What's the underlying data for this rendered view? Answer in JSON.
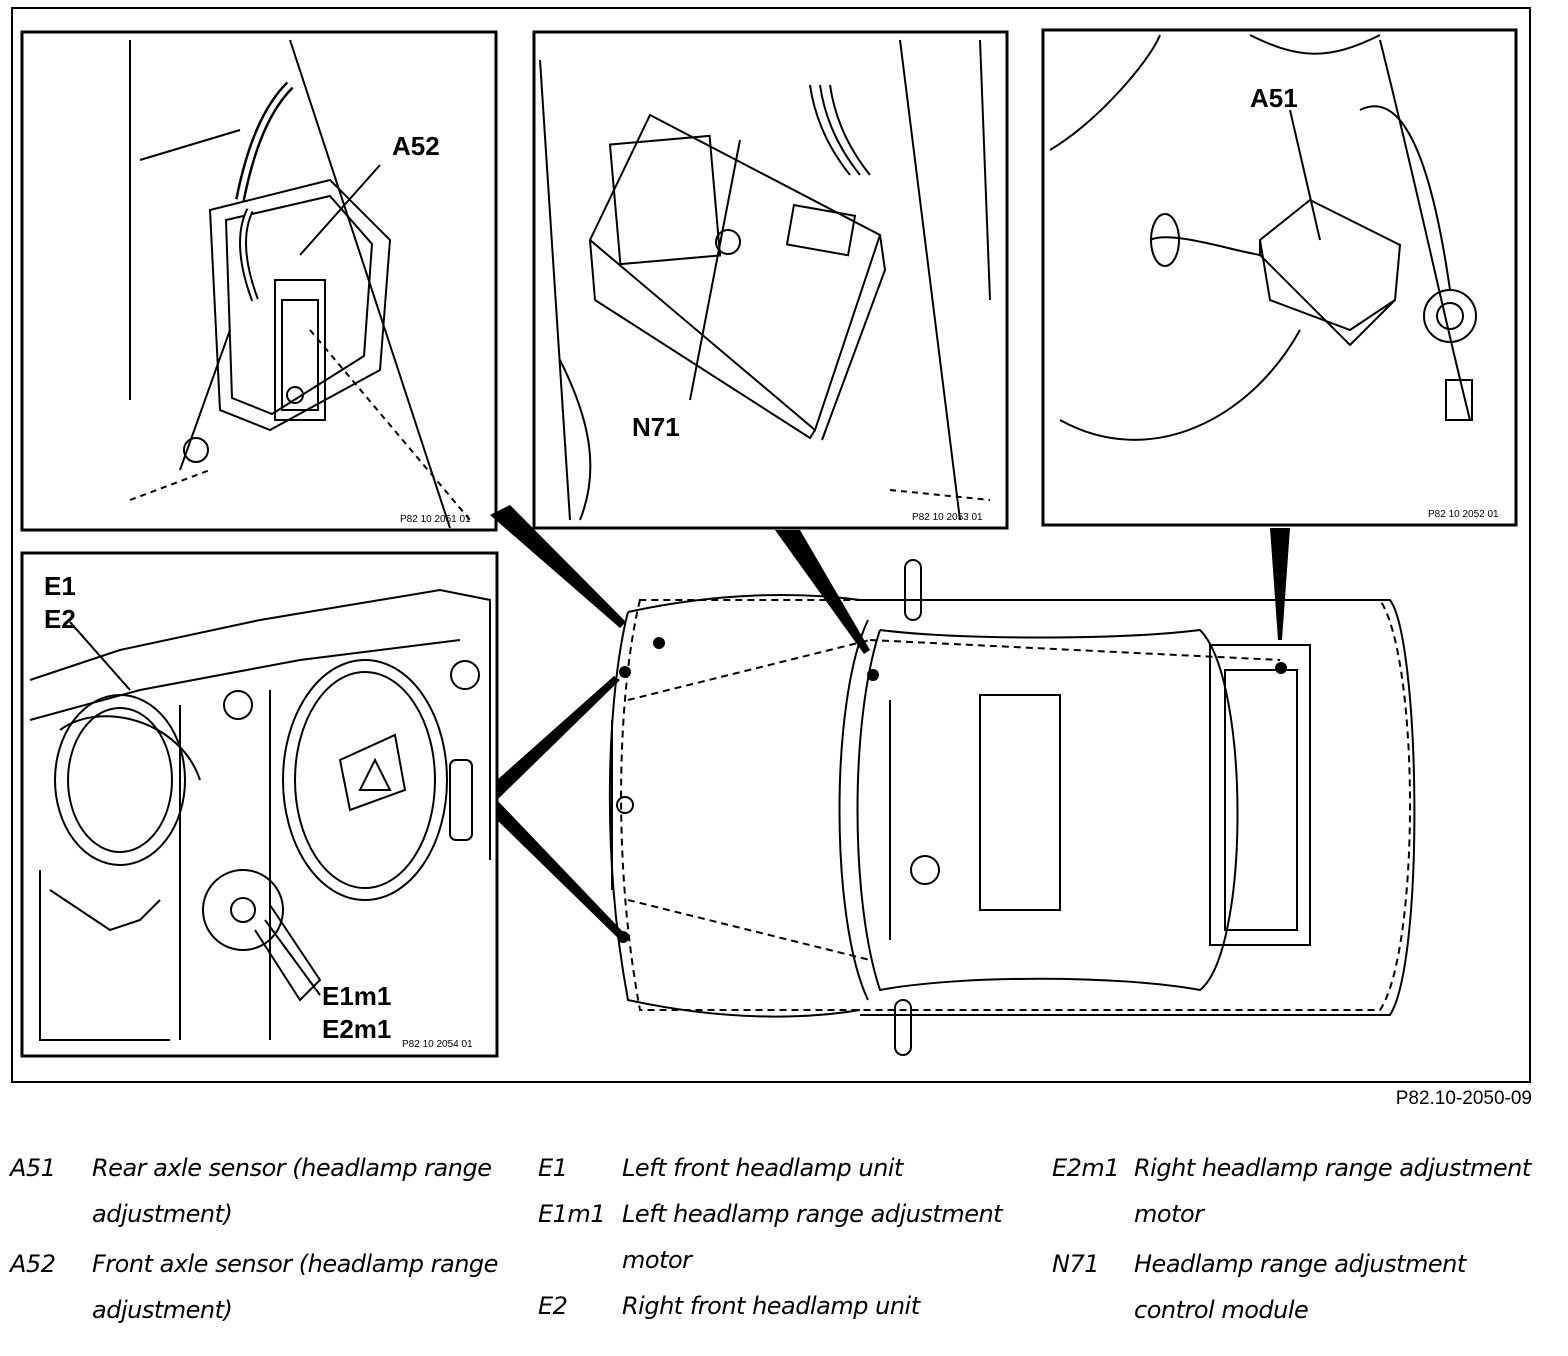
{
  "callouts": {
    "a52": "A52",
    "n71": "N71",
    "a51": "A51",
    "e1": "E1",
    "e2": "E2",
    "e1m1": "E1m1",
    "e2m1": "E2m1"
  },
  "panel_refs": {
    "panel_a52": "P82 10 2051 01",
    "panel_n71": "P82 10 2053 01",
    "panel_a51": "P82 10 2052 01",
    "panel_e1": "P82 10 2054 01"
  },
  "figure_ref": "P82.10-2050-09",
  "legend": {
    "col1": [
      {
        "code": "A51",
        "text": "Rear axle sensor (headlamp range",
        "text2": "adjustment)"
      },
      {
        "code": "A52",
        "text": "Front axle sensor (headlamp range",
        "text2": "adjustment)"
      }
    ],
    "col2": [
      {
        "code": "E1",
        "text": "Left front headlamp unit"
      },
      {
        "code": "E1m1",
        "text": "Left headlamp range adjustment",
        "text2": "motor"
      },
      {
        "code": "E2",
        "text": "Right front headlamp unit"
      }
    ],
    "col3": [
      {
        "code": "E2m1",
        "text": "Right headlamp range adjustment",
        "text2": "motor"
      },
      {
        "code": "N71",
        "text": "Headlamp range adjustment",
        "text2": "control module"
      }
    ]
  }
}
